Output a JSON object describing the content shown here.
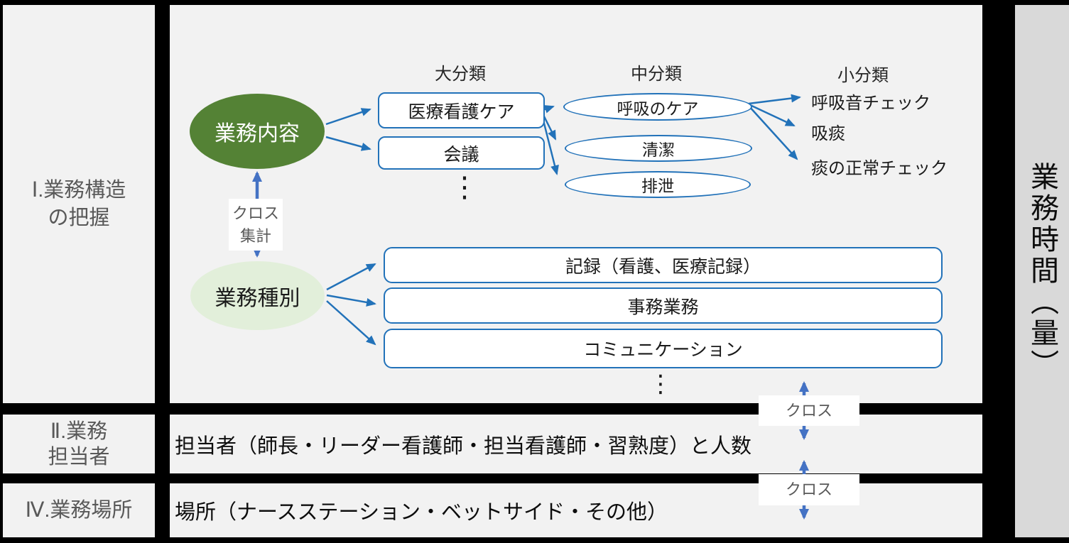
{
  "colors": {
    "background": "#000000",
    "panel": "#F2F2F2",
    "right_panel": "#D9D9D9",
    "node_green": "#548235",
    "node_light_green": "#E2EFDA",
    "stroke_blue": "#2272B9",
    "arrow_blue": "#4472C4",
    "gray_text": "#595959"
  },
  "left_sidebar": {
    "section1": {
      "line1": "Ⅰ.業務構造",
      "line2": "の把握"
    },
    "section2": {
      "line1": "Ⅱ.業務",
      "line2": "担当者"
    },
    "section3": {
      "label": "Ⅳ.業務場所"
    }
  },
  "right_sidebar": {
    "label": "業務時間（量）"
  },
  "diagram": {
    "column_headers": {
      "major": "大分類",
      "middle": "中分類",
      "minor": "小分類"
    },
    "root_task_content": "業務内容",
    "root_task_type": "業務種別",
    "cross_tab": {
      "line1": "クロス",
      "line2": "集計"
    },
    "major_items": [
      "医療看護ケア",
      "会議"
    ],
    "middle_items": [
      "呼吸のケア",
      "清潔",
      "排泄"
    ],
    "minor_items": [
      "呼吸音チェック",
      "吸痰",
      "痰の正常チェック"
    ],
    "type_items": [
      "記録（看護、医療記録）",
      "事務業務",
      "コミュニケーション"
    ],
    "ellipsis": "⋮"
  },
  "bottom_rows": {
    "staff_row": "担当者（師長・リーダー看護師・担当看護師・習熟度）と人数",
    "place_row": "場所（ナースステーション・ベットサイド・その他）",
    "cross_link_label": "クロス"
  }
}
